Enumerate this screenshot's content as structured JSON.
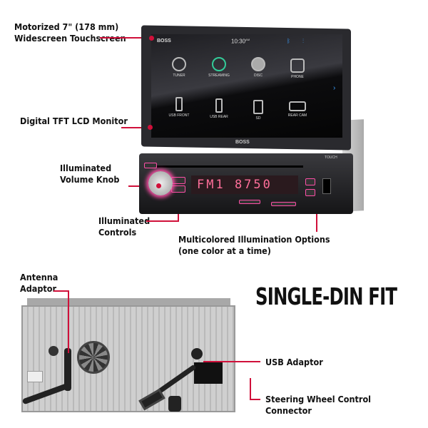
{
  "labels": {
    "motorized": [
      "Motorized 7\" (178 mm)",
      "Widescreen Touchscreen"
    ],
    "tft": "Digital TFT LCD Monitor",
    "knob": [
      "Illuminated",
      "Volume Knob"
    ],
    "controls": [
      "Illuminated",
      "Controls"
    ],
    "multicolor": [
      "Multicolored Illumination Options",
      "(one color at a time)"
    ],
    "antenna": [
      "Antenna",
      "Adaptor"
    ],
    "usb": "USB Adaptor",
    "steering": [
      "Steering Wheel Control",
      "Connector"
    ]
  },
  "headline": "SINGLE-DIN FIT",
  "screen": {
    "brand": "BOSS",
    "time": "10:30",
    "time_suffix": "AM",
    "apps": [
      "TUNER",
      "STREAMING",
      "DISC",
      "PHONE",
      "USB FRONT",
      "USB REAR",
      "SD",
      "REAR CAM"
    ]
  },
  "unit": {
    "brand": "BOSS",
    "display": "FM1 8750",
    "touch": "TOUCH"
  },
  "colors": {
    "accent": "#d0103a",
    "illumination": "#ff4fa8"
  }
}
